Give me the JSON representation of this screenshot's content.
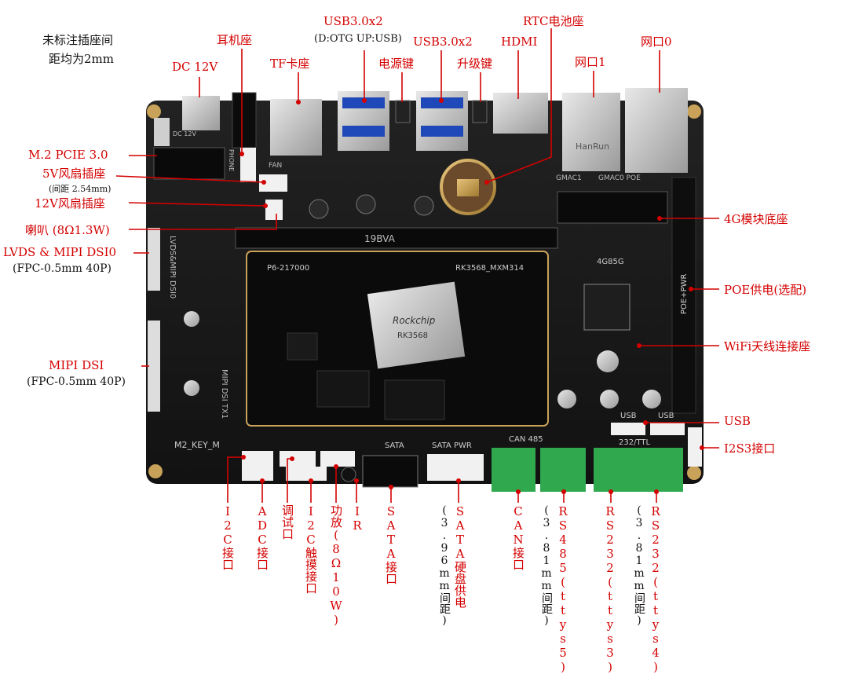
{
  "colors": {
    "label_red": "#d40000",
    "note_black": "#111111",
    "board": "#1a1a1a"
  },
  "note": {
    "line1": "未标注插座间",
    "line2": "距均为2mm"
  },
  "top_labels": {
    "dc": "DC 12V",
    "earphone": "耳机座",
    "tf": "TF卡座",
    "usb_a": "USB3.0x2",
    "usb_a_sub": "(D:OTG UP:USB)",
    "power_key": "电源键",
    "usb_b": "USB3.0x2",
    "upgrade_key": "升级键",
    "hdmi": "HDMI",
    "rtc": "RTC电池座",
    "eth1": "网口1",
    "eth0": "网口0"
  },
  "left_labels": {
    "m2pcie": "M.2 PCIE 3.0",
    "fan5v": "5V风扇插座",
    "fan5v_sub": "(间距 2.54mm)",
    "fan12v": "12V风扇插座",
    "speaker": "喇叭 (8Ω1.3W)",
    "lvds": "LVDS & MIPI DSI0",
    "lvds_sub": "(FPC-0.5mm 40P)",
    "mipi": "MIPI DSI",
    "mipi_sub": "(FPC-0.5mm 40P)"
  },
  "right_labels": {
    "module4g": "4G模块底座",
    "poe": "POE供电(选配)",
    "wifi": "WiFi天线连接座",
    "usb": "USB",
    "i2s3": "I2S3接口"
  },
  "bottom_labels": {
    "i2c": "I2C接口",
    "adc": "ADC接口",
    "debug": "调试口",
    "i2c_touch": "I2C触摸接口",
    "amp": "功放(8Ω10W)",
    "ir": "IR",
    "sata": "SATA接口",
    "sata_pwr": "SATA硬盘供电",
    "sata_pwr_sub": "(3.96mm间距)",
    "can": "CAN接口",
    "rs485_sub": "(3.81mm间距)",
    "rs485": "RS485(ttys5)",
    "rs232a": "RS232(ttys3)",
    "rs232_sub": "(3.81mm间距)",
    "rs232b": "RS232(ttys4)"
  },
  "board_silk": {
    "so_dimm": "19BVA",
    "som": "P6-217000",
    "som_model": "RK3568_MXM314",
    "chip_brand": "Rockchip",
    "chip_model": "RK3568",
    "lte": "4G85G",
    "poe_pwr": "POE+PWR",
    "m2_key": "M2_KEY_M",
    "sata": "SATA",
    "sata_pwr": "SATA PWR",
    "can_485": "CAN  485",
    "rs232_ttl": "232/TTL",
    "usb1": "USB",
    "usb2": "USB",
    "lvds_dsi": "LVDS&MIPI DSI0",
    "mipi_dsi": "MIPI DSI TX1",
    "gmac": "GMAC1",
    "gmac0": "GMAC0 POE",
    "dc": "DC 12V",
    "fan": "FAN",
    "phone": "PHONE",
    "eth_brand": "HanRun"
  }
}
